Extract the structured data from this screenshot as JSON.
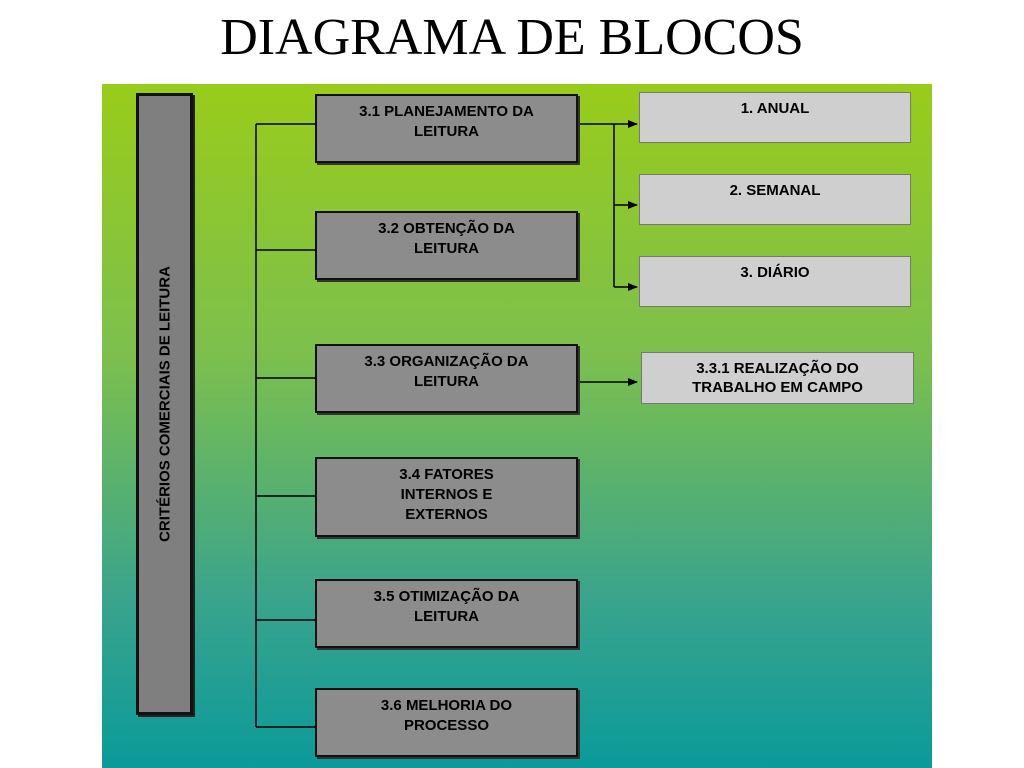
{
  "title": "DIAGRAMA DE BLOCOS",
  "side_label": "CRITÉRIOS COMERCIAIS DE  LEITURA",
  "blocks": [
    {
      "label": "3.1 PLANEJAMENTO DA\nLEITURA"
    },
    {
      "label": "3.2 OBTENÇÃO DA\nLEITURA"
    },
    {
      "label": "3.3 ORGANIZAÇÃO DA\nLEITURA"
    },
    {
      "label": "3.4 FATORES\nINTERNOS E\nEXTERNOS"
    },
    {
      "label": "3.5 OTIMIZAÇÃO DA\nLEITURA"
    },
    {
      "label": "3.6 MELHORIA DO\nPROCESSO"
    }
  ],
  "sub_blocks": [
    {
      "label": "1. ANUAL"
    },
    {
      "label": "2. SEMANAL"
    },
    {
      "label": "3. DIÁRIO"
    },
    {
      "label": "3.3.1 REALIZAÇÃO DO\nTRABALHO EM CAMPO"
    }
  ],
  "colors": {
    "panel_top": "#99cc1a",
    "panel_bottom": "#0b9a9a",
    "block_fill": "#8c8c8c",
    "sub_fill": "#cfcfcf"
  }
}
